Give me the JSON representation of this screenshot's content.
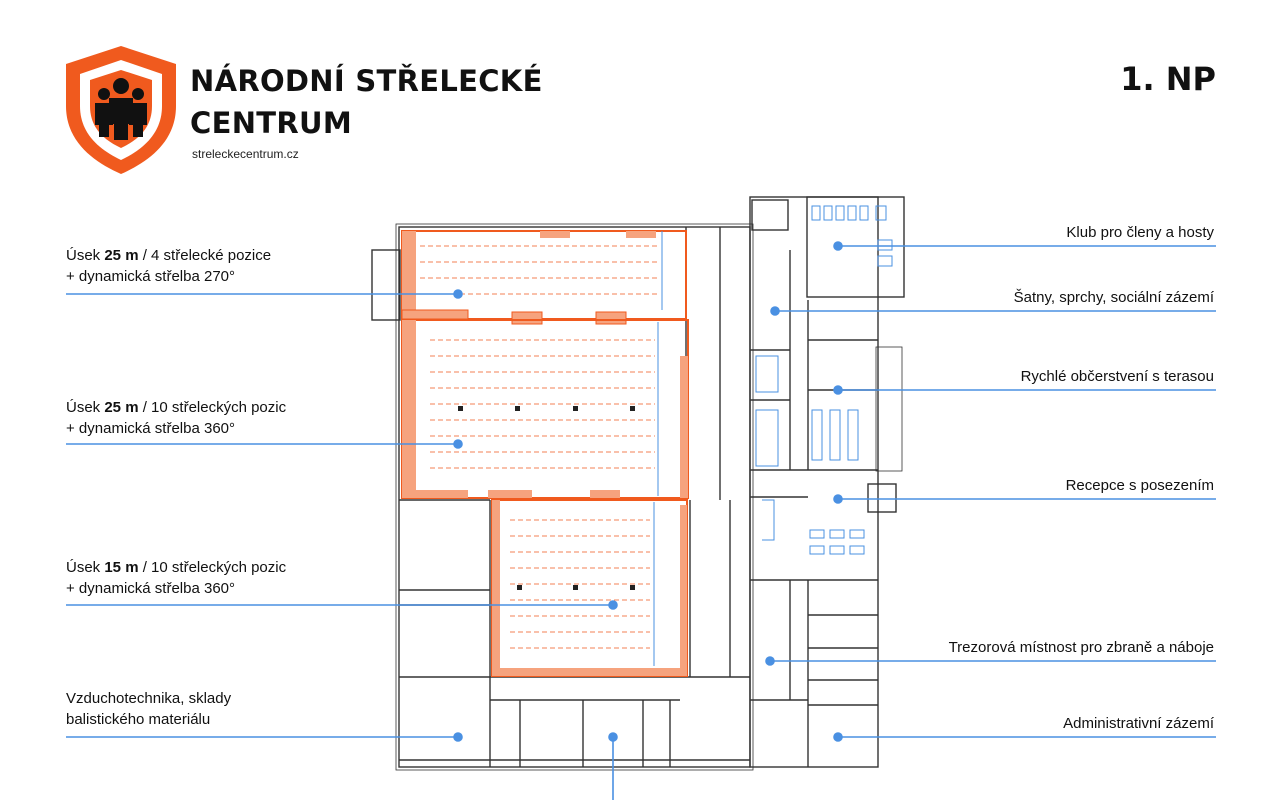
{
  "brand": {
    "name_line1": "NÁRODNÍ STŘELECKÉ",
    "name_line2": "CENTRUM",
    "url": "streleckecentrum.cz",
    "logo_color": "#f05a1e"
  },
  "floor_label": "1. NP",
  "accent_color": "#4a90e2",
  "range_color": "#f05a1e",
  "callouts": {
    "range_25_small": {
      "pre": "Úsek ",
      "bold": "25 m",
      "post": " / 4 střelecké pozice",
      "line2": "+ dynamická střelba 270°"
    },
    "range_25_large": {
      "pre": "Úsek ",
      "bold": "25 m",
      "post": " / 10 střeleckých pozic",
      "line2": "+ dynamická střelba 360°"
    },
    "range_15": {
      "pre": "Úsek ",
      "bold": "15 m",
      "post": " / 10 střeleckých pozic",
      "line2": "+ dynamická střelba 360°"
    },
    "technical": {
      "line1": "Vzduchotechnika, sklady",
      "line2": "balistického materiálu"
    },
    "club": "Klub pro členy a hosty",
    "changing": "Šatny, sprchy, sociální zázemí",
    "snack": "Rychlé občerstvení s terasou",
    "reception": "Recepce s posezením",
    "vault": "Trezorová místnost pro zbraně a náboje",
    "admin": "Administrativní zázemí"
  }
}
